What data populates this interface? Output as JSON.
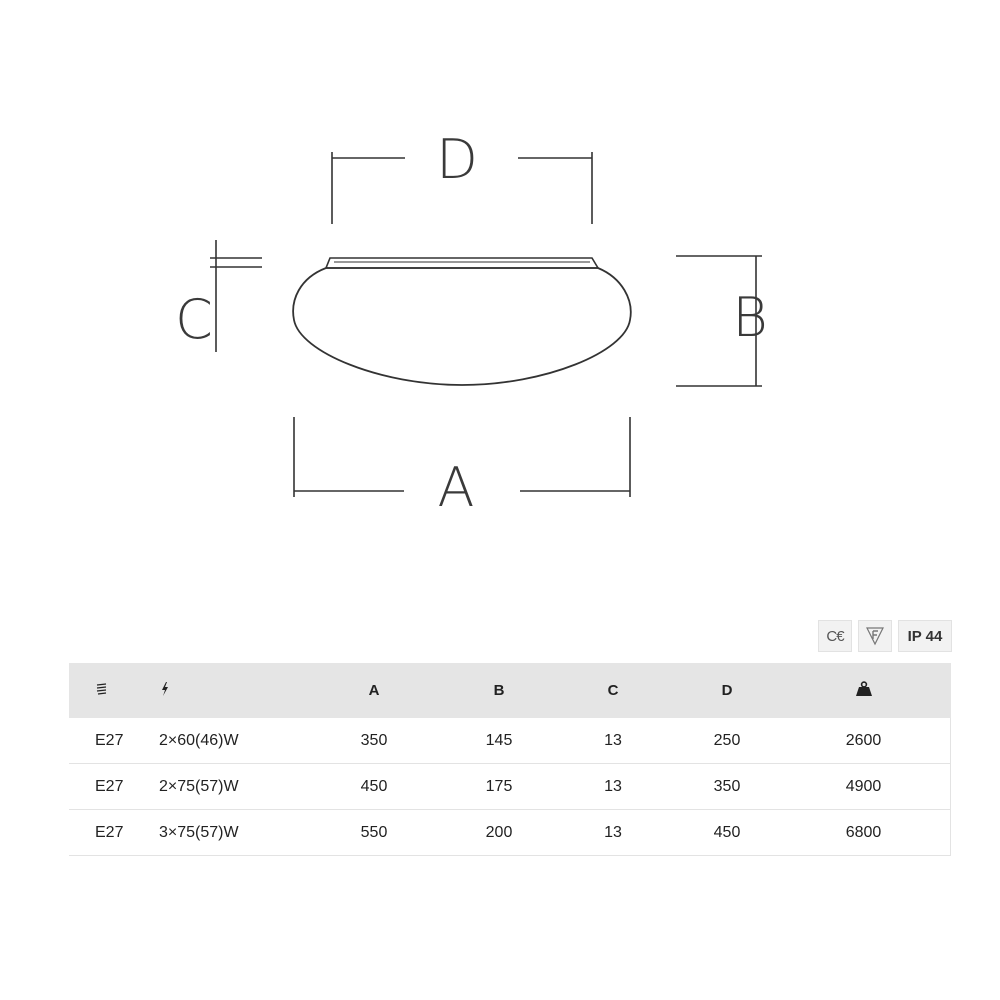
{
  "drawing": {
    "labels": {
      "a": "A",
      "b": "B",
      "c": "C",
      "d": "D"
    }
  },
  "badges": [
    {
      "icon": "ce-mark-icon",
      "text": "C€"
    },
    {
      "icon": "f-mark-icon",
      "text": ""
    },
    {
      "icon": "ip-rating",
      "text": "IP 44"
    }
  ],
  "table": {
    "header": {
      "socket_icon": "lamp-socket-icon",
      "power_icon": "lightning-bolt-icon",
      "a": "A",
      "b": "B",
      "c": "C",
      "d": "D",
      "weight_icon": "weight-icon"
    },
    "rows": [
      {
        "socket": "E27",
        "power": "2×60(46)W",
        "a": "350",
        "b": "145",
        "c": "13",
        "d": "250",
        "weight": "2600"
      },
      {
        "socket": "E27",
        "power": "2×75(57)W",
        "a": "450",
        "b": "175",
        "c": "13",
        "d": "350",
        "weight": "4900"
      },
      {
        "socket": "E27",
        "power": "3×75(57)W",
        "a": "550",
        "b": "200",
        "c": "13",
        "d": "450",
        "weight": "6800"
      }
    ]
  }
}
